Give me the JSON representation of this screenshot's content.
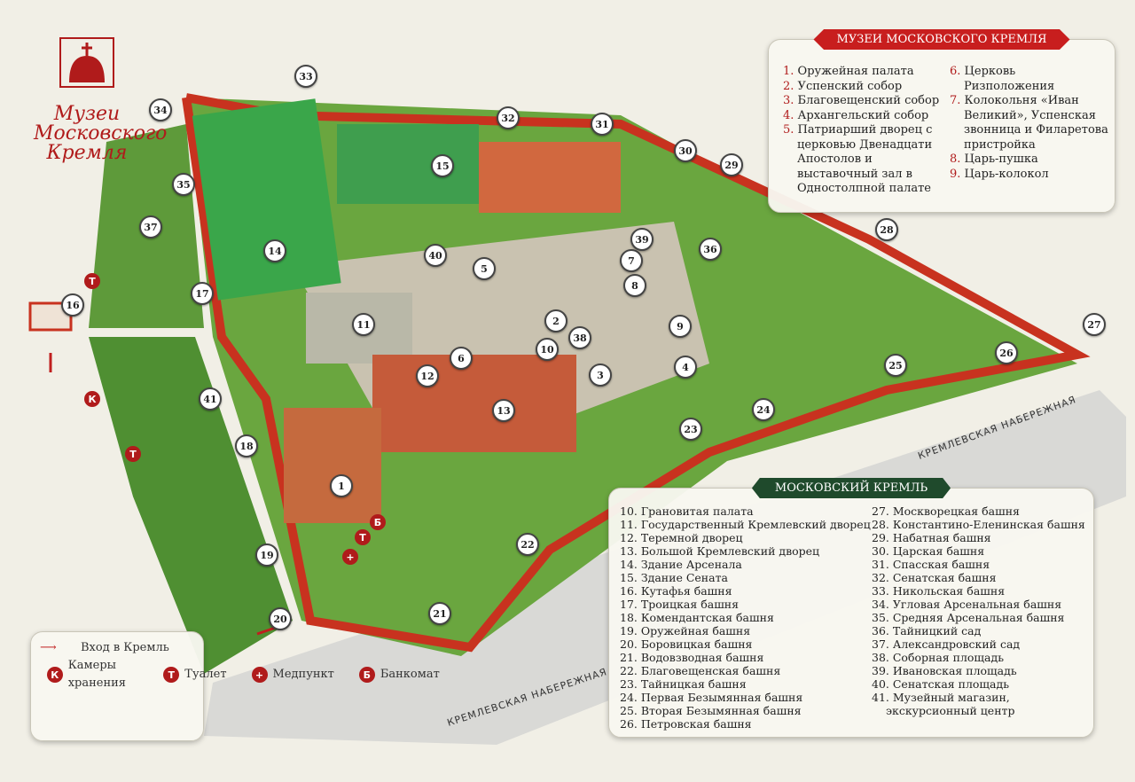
{
  "logo": {
    "title": "Музеи Московского Кремля"
  },
  "museums": {
    "title": "МУЗЕИ МОСКОВСКОГО КРЕМЛЯ",
    "items": [
      {
        "n": "1.",
        "t": "Оружейная палата"
      },
      {
        "n": "2.",
        "t": "Успенский собор"
      },
      {
        "n": "3.",
        "t": "Благовещенский собор"
      },
      {
        "n": "4.",
        "t": "Архангельский собор"
      },
      {
        "n": "5.",
        "t": "Патриарший дворец с церковью Двенадцати Апостолов и выставочный зал в Одностолпной палате"
      },
      {
        "n": "6.",
        "t": "Церковь Ризположения"
      },
      {
        "n": "7.",
        "t": "Колокольня «Иван Великий», Успенская звонница и Филаретова пристройка"
      },
      {
        "n": "8.",
        "t": "Царь-пушка"
      },
      {
        "n": "9.",
        "t": "Царь-колокол"
      }
    ]
  },
  "kremlin": {
    "title": "МОСКОВСКИЙ КРЕМЛЬ",
    "items": [
      "10. Грановитая палата",
      "11. Государственный Кремлевский дворец",
      "12. Теремной дворец",
      "13. Большой Кремлевский дворец",
      "14. Здание Арсенала",
      "15. Здание Сената",
      "16. Кутафья башня",
      "17. Троицкая башня",
      "18. Комендантская башня",
      "19. Оружейная башня",
      "20. Боровицкая башня",
      "21. Водовзводная башня",
      "22. Благовещенская башня",
      "23. Тайницкая башня",
      "24. Первая Безымянная башня",
      "25. Вторая Безымянная башня",
      "26. Петровская башня",
      "27. Москворецкая башня",
      "28. Константино-Еленинская башня",
      "29. Набатная башня",
      "30. Царская башня",
      "31. Спасская башня",
      "32. Сенатская башня",
      "33. Никольская башня",
      "34. Угловая Арсенальная башня",
      "35. Средняя Арсенальная башня",
      "36. Тайницкий сад",
      "37. Александровский сад",
      "38. Соборная площадь",
      "39. Ивановская площадь",
      "40. Сенатская площадь",
      "41. Музейный магазин, экскурсионный центр"
    ]
  },
  "legend": {
    "entrance": "Вход в Кремль",
    "items": [
      {
        "sym": "К",
        "t": "Камеры хранения"
      },
      {
        "sym": "Т",
        "t": "Туалет"
      },
      {
        "sym": "+",
        "t": "Медпункт"
      },
      {
        "sym": "Б",
        "t": "Банкомат"
      }
    ]
  },
  "roads": {
    "a": "КРЕМЛЕВСКАЯ НАБЕРЕЖНАЯ",
    "b": "КРЕМЛЕВСКАЯ НАБЕРЕЖНАЯ"
  },
  "markers": [
    "1",
    "2",
    "3",
    "4",
    "5",
    "6",
    "7",
    "8",
    "9",
    "10",
    "11",
    "12",
    "13",
    "14",
    "15",
    "16",
    "17",
    "18",
    "19",
    "20",
    "21",
    "22",
    "23",
    "24",
    "25",
    "26",
    "27",
    "28",
    "29",
    "30",
    "31",
    "32",
    "33",
    "34",
    "35",
    "36",
    "37",
    "38",
    "39",
    "40",
    "41"
  ],
  "services": [
    "Т",
    "Т",
    "Т",
    "К",
    "+",
    "Б"
  ],
  "colors": {
    "red": "#b01b1b",
    "green": "#1f4a2c",
    "wall": "#c8321f"
  }
}
